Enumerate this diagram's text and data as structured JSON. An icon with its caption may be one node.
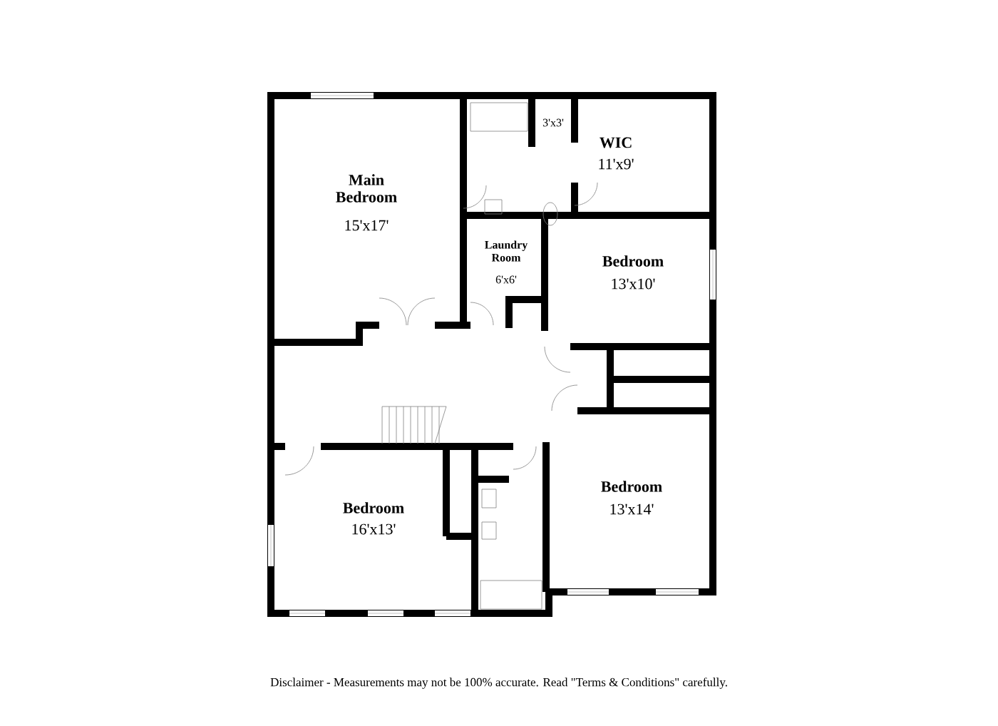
{
  "diagram": {
    "labels": [
      "Main Bedroom",
      "15'x17'",
      "3'x3'",
      "WIC",
      "11'x9'",
      "Laundry Room",
      "6'x6'",
      "Bedroom",
      "13'x10'",
      "Bedroom",
      "16'x13'",
      "Bedroom",
      "13'x14'",
      "Disclaimer - Measurements may not be 100% accurate. Read \"Terms & Conditions\" carefully."
    ]
  }
}
